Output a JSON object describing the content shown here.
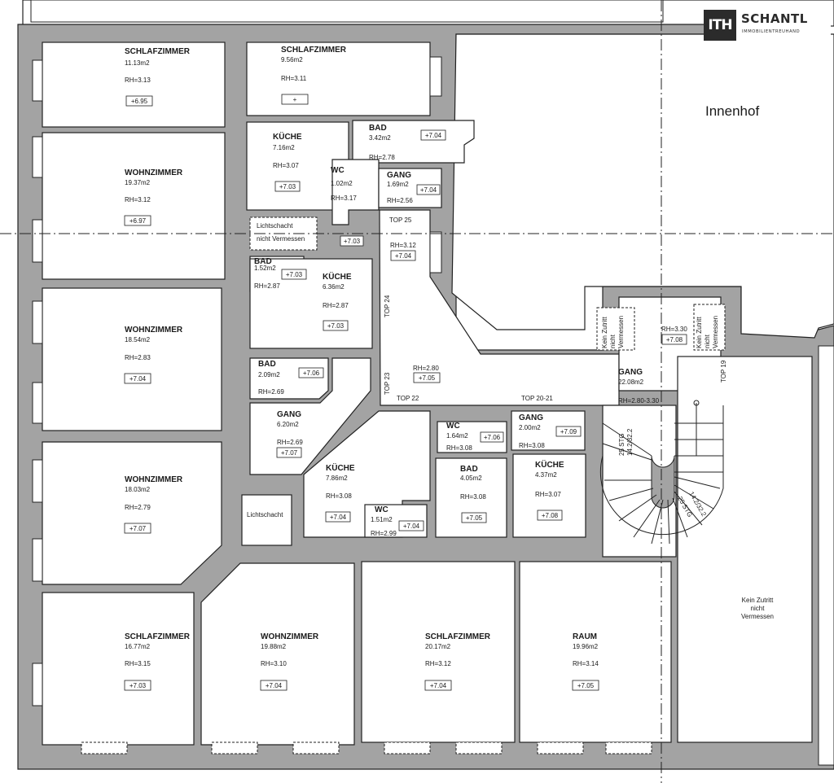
{
  "logo": {
    "mark": "ITH",
    "name": "SCHANTL",
    "subtitle": "IMMOBILIENTREUHAND"
  },
  "courtyard": "Innenhof",
  "rooms": {
    "r1": {
      "name": "SCHLAFZIMMER",
      "area": "11.13m2",
      "rh": "RH=3.13",
      "elev": "+6.95"
    },
    "r2": {
      "name": "SCHLAFZIMMER",
      "area": "9.56m2",
      "rh": "RH=3.11",
      "elev": "+"
    },
    "r3": {
      "name": "WOHNZIMMER",
      "area": "19.37m2",
      "rh": "RH=3.12",
      "elev": "+6.97"
    },
    "r4": {
      "name": "KÜCHE",
      "area": "7.16m2",
      "rh": "RH=3.07",
      "elev": "+7.03"
    },
    "r5": {
      "name": "BAD",
      "area": "3.42m2",
      "rh": "RH=2.78",
      "elev": "+7.04"
    },
    "r6": {
      "name": "WC",
      "area": "1.02m2",
      "rh": "RH=3.17",
      "elev": "+7.03"
    },
    "r7": {
      "name": "GANG",
      "area": "1.69m2",
      "rh": "RH=2.56",
      "elev": "+7.04"
    },
    "r8": {
      "name": "BAD",
      "area": "1.52m2",
      "rh": "RH=2.87",
      "elev": "+7.03"
    },
    "r9": {
      "name": "KÜCHE",
      "area": "6.36m2",
      "rh": "RH=2.87",
      "elev": "+7.03"
    },
    "r10": {
      "name": "WOHNZIMMER",
      "area": "18.54m2",
      "rh": "RH=2.83",
      "elev": "+7.04"
    },
    "r11": {
      "name": "BAD",
      "area": "2.09m2",
      "rh": "RH=2.69",
      "elev": "+7.06"
    },
    "r12": {
      "name": "GANG",
      "area": "6.20m2",
      "rh": "RH=2.69",
      "elev": "+7.07"
    },
    "r13": {
      "name": "GANG",
      "area": "22.08m2",
      "rh": "RH=2.80-3.30"
    },
    "r14": {
      "name": "WC",
      "area": "1.64m2",
      "rh": "RH=3.08",
      "elev": "+7.06"
    },
    "r15": {
      "name": "GANG",
      "area": "2.00m2",
      "rh": "RH=3.08",
      "elev": "+7.09"
    },
    "r16": {
      "name": "WOHNZIMMER",
      "area": "18.03m2",
      "rh": "RH=2.79",
      "elev": "+7.07"
    },
    "r17": {
      "name": "KÜCHE",
      "area": "7.86m2",
      "rh": "RH=3.08",
      "elev": "+7.04"
    },
    "r18": {
      "name": "WC",
      "area": "1.51m2",
      "rh": "RH=2.99",
      "elev": "+7.04"
    },
    "r19": {
      "name": "BAD",
      "area": "4.05m2",
      "rh": "RH=3.08",
      "elev": "+7.05"
    },
    "r20": {
      "name": "KÜCHE",
      "area": "4.37m2",
      "rh": "RH=3.07",
      "elev": "+7.08"
    },
    "r21": {
      "name": "SCHLAFZIMMER",
      "area": "16.77m2",
      "rh": "RH=3.15",
      "elev": "+7.03"
    },
    "r22": {
      "name": "WOHNZIMMER",
      "area": "19.88m2",
      "rh": "RH=3.10",
      "elev": "+7.04"
    },
    "r23": {
      "name": "SCHLAFZIMMER",
      "area": "20.17m2",
      "rh": "RH=3.12",
      "elev": "+7.04"
    },
    "r24": {
      "name": "RAUM",
      "area": "19.96m2",
      "rh": "RH=3.14",
      "elev": "+7.05"
    }
  },
  "notes": {
    "lichtschacht1": [
      "Lichtschacht",
      "nicht Vermessen"
    ],
    "lichtschacht2": "Lichtschacht",
    "top25": "TOP 25",
    "top25_rh": "RH=3.12",
    "top25_elev": "+7.04",
    "top24": "TOP 24",
    "top23": "TOP 23",
    "top22": "TOP 22",
    "top2021": "TOP 20-21",
    "top19": "TOP 19",
    "hall_rh": "RH=2.80",
    "hall_elev": "+7.05",
    "stair_rh": "RH=3.30",
    "stair_elev": "+7.08",
    "kein1": [
      "Kein Zutritt",
      "nicht",
      "Vermessen"
    ],
    "kein2": [
      "Kein Zutritt",
      "nicht",
      "Vermessen"
    ],
    "kein3": [
      "Kein Zutritt",
      "nicht",
      "Vermessen"
    ],
    "stair1": "25 STG",
    "stair2": "14.2/32.2",
    "stair3": "25 STG",
    "stair4": "14.2/32.2"
  }
}
